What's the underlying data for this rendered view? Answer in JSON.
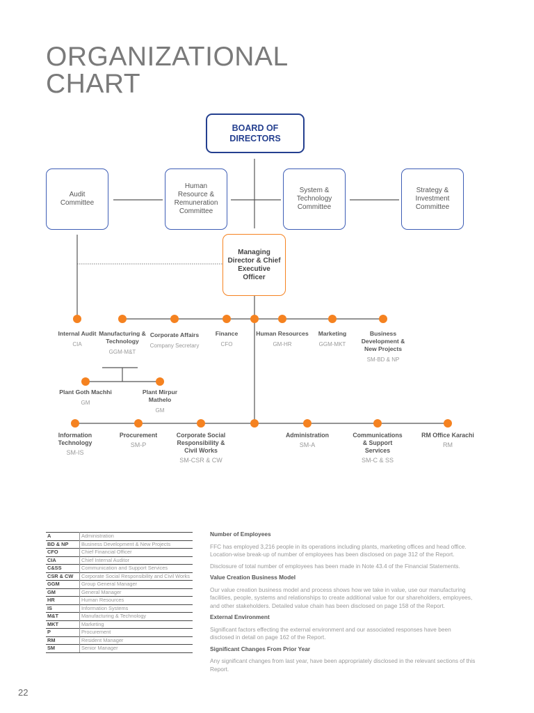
{
  "page": {
    "title_line1": "ORGANIZATIONAL",
    "title_line2": "CHART",
    "page_number": "22"
  },
  "colors": {
    "board_blue": "#243f8f",
    "committee_blue": "#3d5db5",
    "accent_orange": "#f58220"
  },
  "chart": {
    "board": "BOARD OF DIRECTORS",
    "committees": [
      "Audit Committee",
      "Human Resource & Remuneration Committee",
      "System & Technology Committee",
      "Strategy & Investment Committee"
    ],
    "ceo": "Managing Director & Chief Executive Officer",
    "row1": [
      {
        "name": "Internal Audit",
        "sub": "CIA"
      },
      {
        "name": "Manufacturing & Technology",
        "sub": "GGM-M&T"
      },
      {
        "name": "Corporate Affairs",
        "sub": "Company Secretary"
      },
      {
        "name": "Finance",
        "sub": "CFO"
      },
      {
        "name": "Human Resources",
        "sub": "GM-HR"
      },
      {
        "name": "Marketing",
        "sub": "GGM-MKT"
      },
      {
        "name": "Business Development & New Projects",
        "sub": "SM-BD & NP"
      }
    ],
    "plants": [
      {
        "name": "Plant Goth Machhi",
        "sub": "GM"
      },
      {
        "name": "Plant Mirpur Mathelo",
        "sub": "GM"
      }
    ],
    "row2": [
      {
        "name": "Information Technology",
        "sub": "SM-IS"
      },
      {
        "name": "Procurement",
        "sub": "SM-P"
      },
      {
        "name": "Corporate Social Responsibility & Civil Works",
        "sub": "SM-CSR & CW"
      },
      {
        "name": "Administration",
        "sub": "SM-A"
      },
      {
        "name": "Communications & Support Services",
        "sub": "SM-C & SS"
      },
      {
        "name": "RM Office Karachi",
        "sub": "RM"
      }
    ]
  },
  "glossary": [
    [
      "A",
      "Administration"
    ],
    [
      "BD & NP",
      "Business Development & New Projects"
    ],
    [
      "CFO",
      "Chief Financial Officer"
    ],
    [
      "CIA",
      "Chief Internal Auditor"
    ],
    [
      "C&SS",
      "Communication and Support Services"
    ],
    [
      "CSR & CW",
      "Corporate Social Responsibility and Civil Works"
    ],
    [
      "GGM",
      "Group General Manager"
    ],
    [
      "GM",
      "General Manager"
    ],
    [
      "HR",
      "Human Resources"
    ],
    [
      "IS",
      "Information Systems"
    ],
    [
      "M&T",
      "Manufacturing & Technology"
    ],
    [
      "MKT",
      "Marketing"
    ],
    [
      "P",
      "Procurement"
    ],
    [
      "RM",
      "Resident Manager"
    ],
    [
      "SM",
      "Senior Manager"
    ]
  ],
  "sections": [
    {
      "heading": "Number of Employees",
      "paragraphs": [
        "FFC has employed 3,216 people in its operations including plants, marketing offices and head office. Location-wise break-up of number of employees has been disclosed on page 312 of the Report.",
        "Disclosure of total number of employees has been made in Note 43.4 of the Financial Statements."
      ]
    },
    {
      "heading": "Value Creation Business Model",
      "paragraphs": [
        "Our value creation business model and process shows how we take in value, use our manufacturing facilities, people, systems and relationships to create additional value for our shareholders, employees, and other stakeholders. Detailed value chain has been disclosed on page 158 of the Report."
      ]
    },
    {
      "heading": "External Environment",
      "paragraphs": [
        "Significant factors effecting the external environment and our associated responses have been disclosed in detail on page 162 of the Report."
      ]
    },
    {
      "heading": "Significant Changes From Prior Year",
      "paragraphs": [
        "Any significant changes from last year, have been appropriately disclosed in the relevant sections of this Report."
      ]
    }
  ]
}
